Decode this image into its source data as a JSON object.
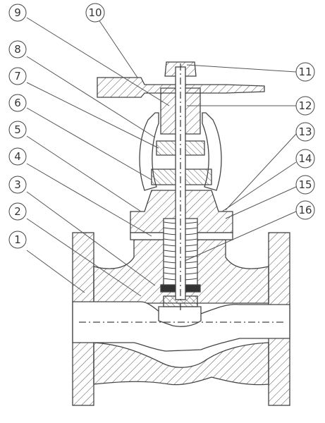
{
  "diagram": {
    "callouts_left": [
      {
        "id": "c1",
        "label": "1"
      },
      {
        "id": "c2",
        "label": "2"
      },
      {
        "id": "c3",
        "label": "3"
      },
      {
        "id": "c4",
        "label": "4"
      },
      {
        "id": "c5",
        "label": "5"
      },
      {
        "id": "c6",
        "label": "6"
      },
      {
        "id": "c7",
        "label": "7"
      },
      {
        "id": "c8",
        "label": "8"
      },
      {
        "id": "c9",
        "label": "9"
      },
      {
        "id": "c10",
        "label": "10"
      }
    ],
    "callouts_right": [
      {
        "id": "c11",
        "label": "11"
      },
      {
        "id": "c12",
        "label": "12"
      },
      {
        "id": "c13",
        "label": "13"
      },
      {
        "id": "c14",
        "label": "14"
      },
      {
        "id": "c15",
        "label": "15"
      },
      {
        "id": "c16",
        "label": "16"
      }
    ],
    "colors": {
      "line": "#444444",
      "fill": "#ffffff",
      "hatch": "#555555"
    }
  }
}
